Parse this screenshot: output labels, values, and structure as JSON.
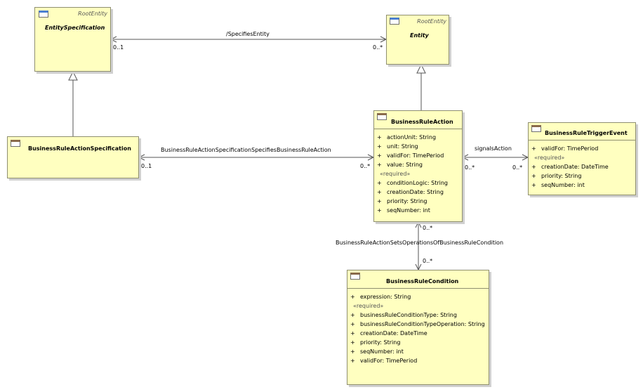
{
  "classes": {
    "entity_specification": {
      "stereotype": "RootEntity",
      "name": "EntitySpecification"
    },
    "entity": {
      "stereotype": "RootEntity",
      "name": "Entity"
    },
    "business_rule_action_specification": {
      "name": "BusinessRuleActionSpecification"
    },
    "business_rule_action": {
      "name": "BusinessRuleAction",
      "attributes": [
        "actionUnit: String",
        "unit: String",
        "validFor: TimePeriod",
        "value: String"
      ],
      "required_label": "«required»",
      "required": [
        "conditionLogic: String",
        "creationDate: String",
        "priority: String",
        "seqNumber: int"
      ]
    },
    "business_rule_trigger_event": {
      "name": "BusinessRuleTriggerEvent",
      "attributes": [
        "validFor: TimePeriod"
      ],
      "required_label": "«required»",
      "required": [
        "creationDate: DateTime",
        "priority: String",
        "seqNumber: int"
      ]
    },
    "business_rule_condition": {
      "name": "BusinessRuleCondition",
      "attributes": [
        "expression: String"
      ],
      "required_label": "«required»",
      "required": [
        "businessRuleConditionType: String",
        "businessRuleConditionTypeOperation: String",
        "creationDate: DateTime",
        "priority: String",
        "seqNumber: int",
        "validFor: TimePeriod"
      ]
    }
  },
  "visibility_symbol": "+",
  "associations": {
    "specifies_entity": {
      "label": "/SpecifiesEntity",
      "source_mult": "0..1",
      "target_mult": "0..*"
    },
    "spec_specifies_action": {
      "label": "BusinessRuleActionSpecificationSpecifiesBusinessRuleAction",
      "source_mult": "0..1",
      "target_mult": "0..*"
    },
    "signals_action": {
      "label": "signalsAction",
      "source_mult": "0..*",
      "target_mult": "0..*"
    },
    "sets_operations": {
      "label": "BusinessRuleActionSetsOperationsOfBusinessRuleCondition",
      "source_mult": "0..*",
      "target_mult": "0..*"
    }
  }
}
